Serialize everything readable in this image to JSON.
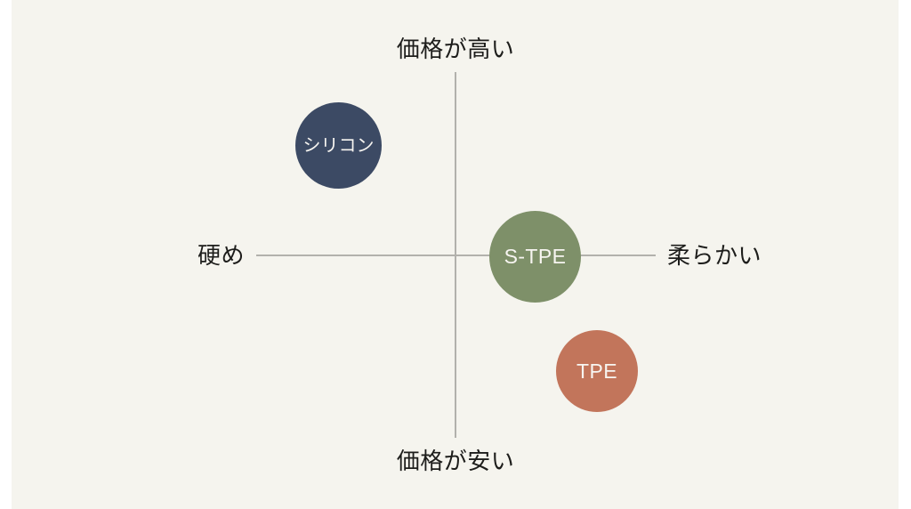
{
  "chart_data": {
    "type": "scatter",
    "title": "",
    "xlabel": "",
    "ylabel": "",
    "axes": {
      "horizontal": {
        "left_label": "硬め",
        "right_label": "柔らかい",
        "meaning": "hardness",
        "grid": false
      },
      "vertical": {
        "top_label": "価格が高い",
        "bottom_label": "価格が安い",
        "meaning": "price",
        "grid": false
      }
    },
    "xlim": [
      -1,
      1
    ],
    "ylim": [
      -1,
      1
    ],
    "legend": "none",
    "points": [
      {
        "label": "シリコン",
        "x": -0.59,
        "y": 0.6,
        "size": 97,
        "color": "#3c4a64"
      },
      {
        "label": "S-TPE",
        "x": 0.4,
        "y": 0.0,
        "size": 103,
        "color": "#7e9069"
      },
      {
        "label": "TPE",
        "x": 0.71,
        "y": -0.63,
        "size": 92,
        "color": "#c2755b"
      }
    ]
  },
  "slide": {
    "background_color": "#f5f4ee",
    "page_color": "#ffffff",
    "axis_color": "#b2b1ac",
    "text_color": "#1d1d1b",
    "axis_labels": {
      "top": "価格が高い",
      "bottom": "価格が安い",
      "left": "硬め",
      "right": "柔らかい"
    },
    "bubbles": [
      {
        "name": "silicone",
        "label": "シリコン",
        "color": "#3c4a64"
      },
      {
        "name": "s-tpe",
        "label": "S-TPE",
        "color": "#7e9069"
      },
      {
        "name": "tpe",
        "label": "TPE",
        "color": "#c2755b"
      }
    ]
  }
}
